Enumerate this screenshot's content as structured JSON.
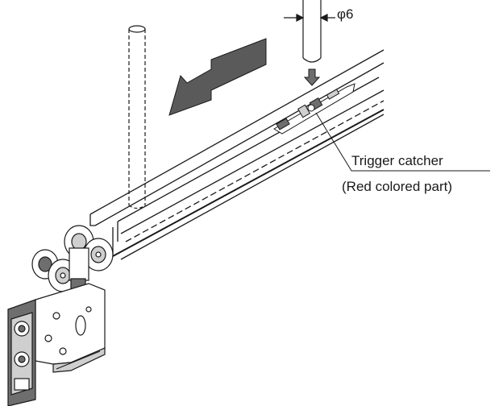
{
  "dimension": {
    "label": "φ6"
  },
  "callout": {
    "line1": "Trigger catcher",
    "line2": "(Red colored part)"
  },
  "colors": {
    "ink": "#1a1a1a",
    "arrow_fill": "#5a5a5a",
    "part_shade": "#6e6e6e",
    "light_shade": "#cfcfcf",
    "background": "#ffffff"
  }
}
